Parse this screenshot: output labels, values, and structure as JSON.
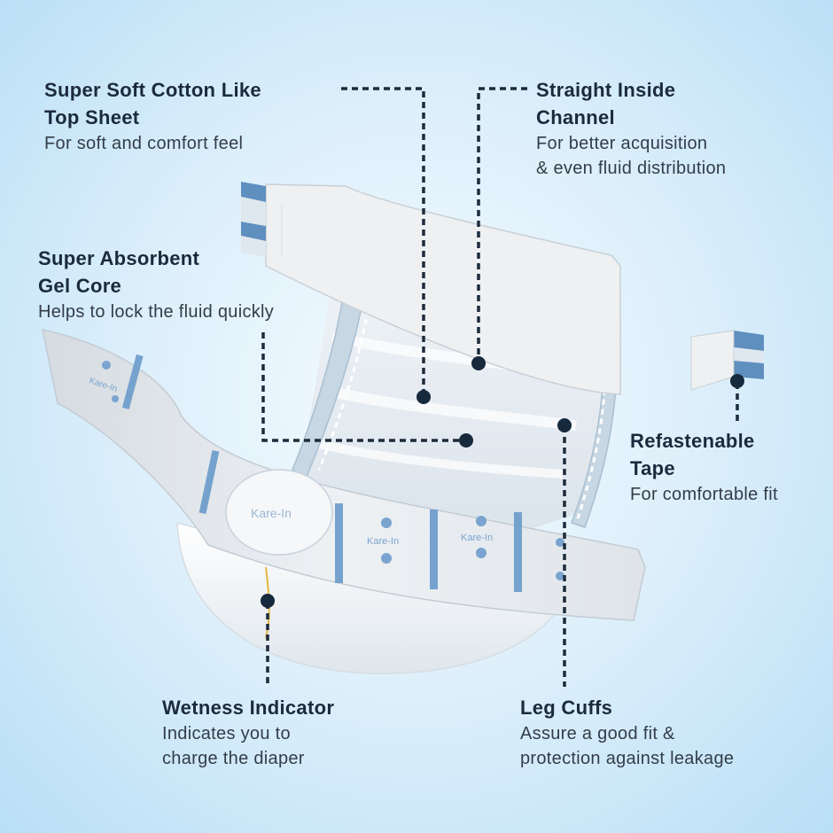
{
  "features": {
    "top_sheet": {
      "title": [
        "Super Soft Cotton Like",
        "Top Sheet"
      ],
      "desc": [
        "For soft and comfort feel"
      ]
    },
    "channel": {
      "title": [
        "Straight Inside",
        "Channel"
      ],
      "desc": [
        "For better acquisition",
        "& even fluid distribution"
      ]
    },
    "gel_core": {
      "title": [
        "Super Absorbent",
        "Gel Core"
      ],
      "desc": [
        "Helps to lock the fluid quickly"
      ]
    },
    "tape": {
      "title": [
        "Refastenable",
        "Tape"
      ],
      "desc": [
        "For comfortable fit"
      ]
    },
    "wetness": {
      "title": [
        "Wetness Indicator"
      ],
      "desc": [
        "Indicates you to",
        "charge the diaper"
      ]
    },
    "leg_cuffs": {
      "title": [
        "Leg Cuffs"
      ],
      "desc": [
        "Assure a good fit &",
        "protection against leakage"
      ]
    }
  },
  "brand": {
    "name": "Kare-In"
  },
  "colors": {
    "accent_blue": "#6f9fcc",
    "line": "#1c2b3c",
    "text": "#1b2b3d"
  }
}
